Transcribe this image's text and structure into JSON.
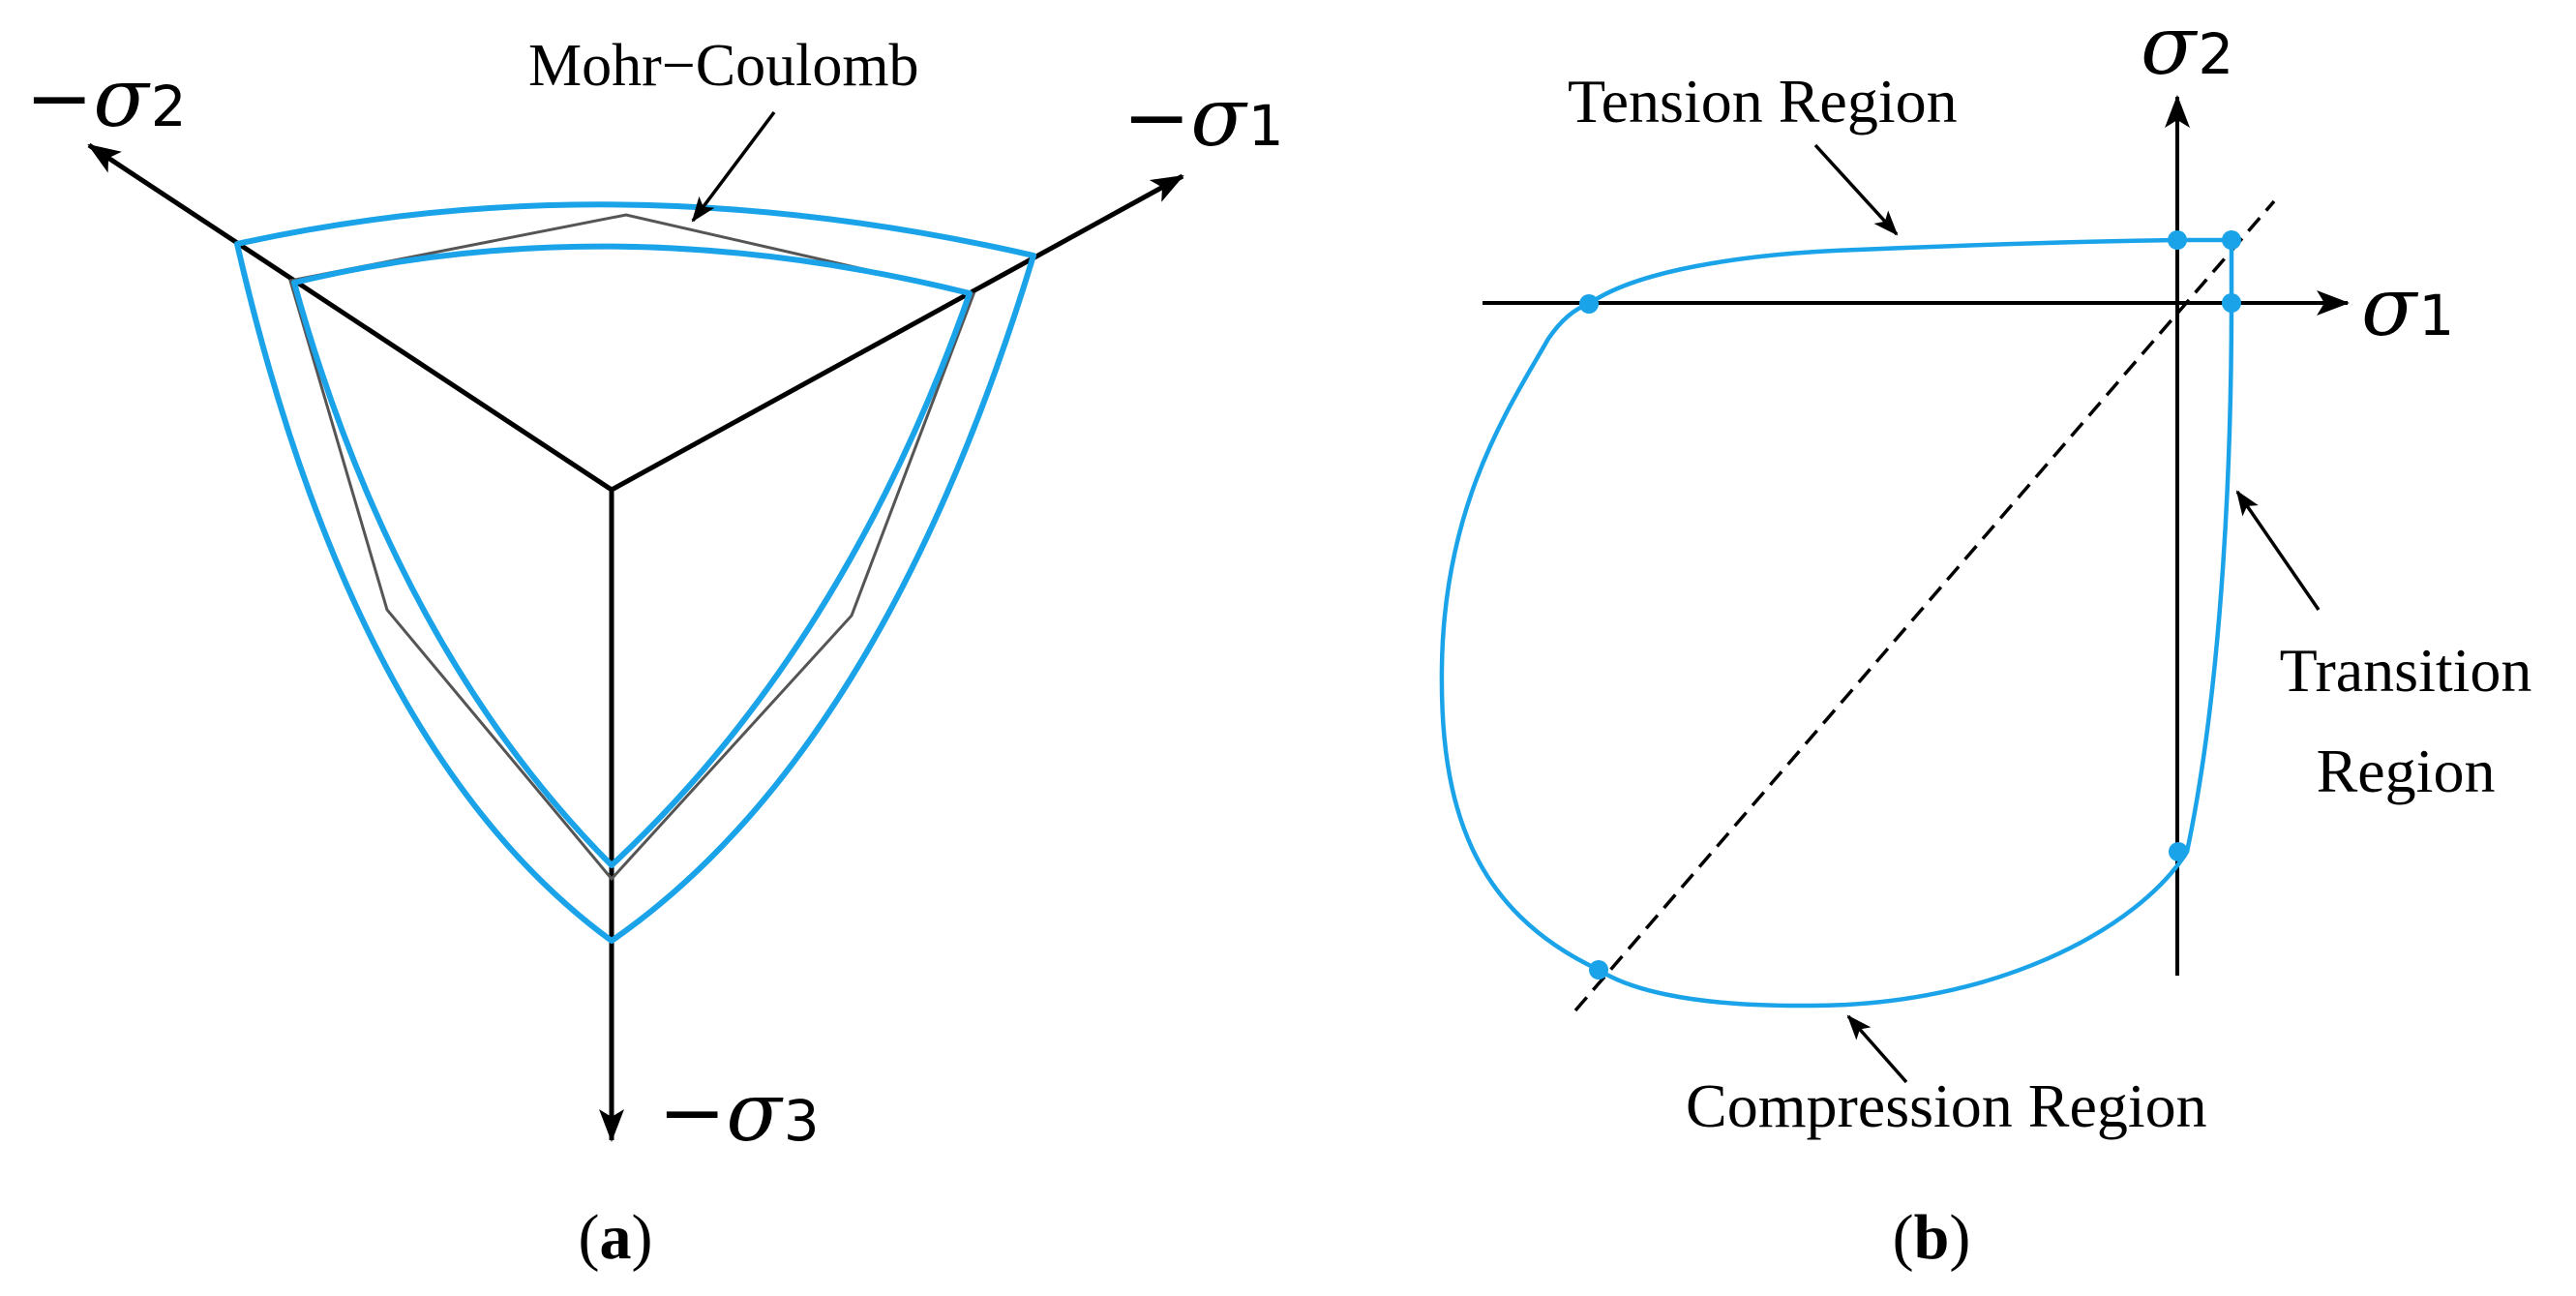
{
  "colors": {
    "yield_surface": "#1AA3E8",
    "mohr_coulomb": "#555555",
    "axes": "#000000"
  },
  "panel_a": {
    "caption": "(a)",
    "caption_letter": "a",
    "mohr_coulomb_label": "Mohr−Coulomb",
    "axis_labels": {
      "minus_sigma_1": {
        "prefix": "−σ",
        "sub": "1"
      },
      "minus_sigma_2": {
        "prefix": "−σ",
        "sub": "2"
      },
      "minus_sigma_3": {
        "prefix": "−σ",
        "sub": "3"
      }
    }
  },
  "panel_b": {
    "caption": "(b)",
    "caption_letter": "b",
    "axis_labels": {
      "sigma_1": {
        "prefix": "σ",
        "sub": "1"
      },
      "sigma_2": {
        "prefix": "σ",
        "sub": "2"
      }
    },
    "region_labels": {
      "tension": "Tension Region",
      "transition_line1": "Transition",
      "transition_line2": "Region",
      "compression": "Compression Region"
    }
  }
}
